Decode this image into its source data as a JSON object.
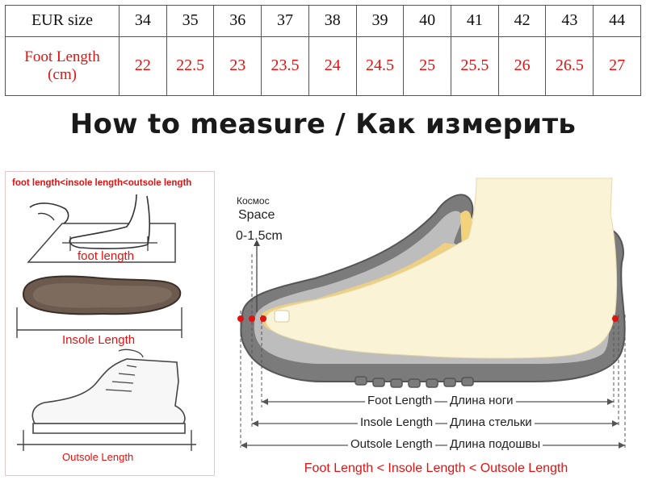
{
  "size_table": {
    "eur_label": "EUR size",
    "foot_label_line1": "Foot Length",
    "foot_label_line2": "(cm)",
    "eur": [
      "34",
      "35",
      "36",
      "37",
      "38",
      "39",
      "40",
      "41",
      "42",
      "43",
      "44"
    ],
    "foot": [
      "22",
      "22.5",
      "23",
      "23.5",
      "24",
      "24.5",
      "25",
      "25.5",
      "26",
      "26.5",
      "27"
    ]
  },
  "title": "How to measure / Как измерить",
  "left_panel": {
    "top_caption": "foot length<insole length<outsole length",
    "foot_caption": "foot length",
    "insole_caption": "Insole Length",
    "outsole_caption": "Outsole Length"
  },
  "diagram": {
    "space_ru": "Космос",
    "space_en": "Space",
    "space_range": "0-1.5cm",
    "foot_length_en": "Foot Length",
    "foot_length_ru": "Длина ноги",
    "insole_length_en": "Insole Length",
    "insole_length_ru": "Длина стельки",
    "outsole_length_en": "Outsole Length",
    "outsole_length_ru": "Длина подошвы",
    "bottom_caption": "Foot Length < Insole Length < Outsole Length"
  },
  "colors": {
    "red": "#e01313",
    "sole_grey": "#7b7b7b",
    "foot_skin": "#fbf3d6",
    "insole_yellow": "#f2d27a"
  }
}
